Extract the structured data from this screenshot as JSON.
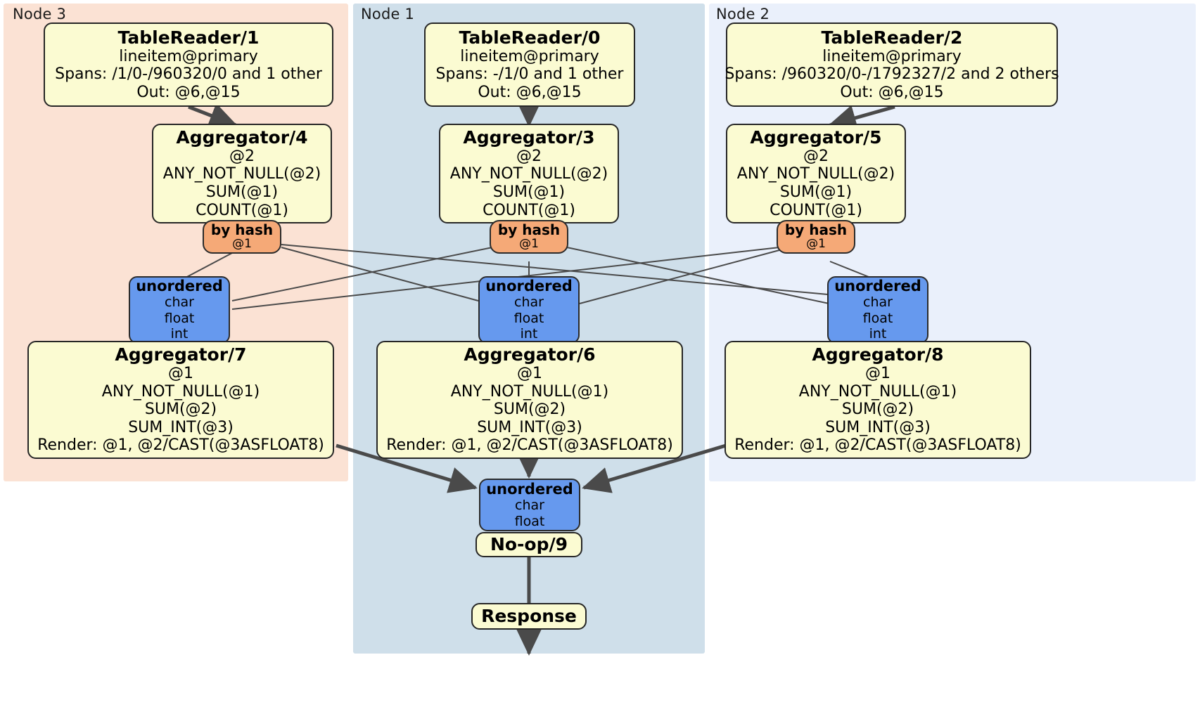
{
  "diagram": {
    "type": "distributed-query-plan",
    "colors": {
      "node3_bg": "#fbe2d4",
      "node1_bg": "#cfdfea",
      "node2_bg": "#eaf0fb",
      "processor_fill": "#fbfbd2",
      "router_fill": "#6699ee",
      "hash_fill": "#f5a977",
      "edge": "#4a4a4a"
    }
  },
  "panels": [
    {
      "id": "node3",
      "label": "Node 3"
    },
    {
      "id": "node1",
      "label": "Node 1"
    },
    {
      "id": "node2",
      "label": "Node 2"
    }
  ],
  "table_readers": [
    {
      "title": "TableReader/1",
      "table": "lineitem@primary",
      "spans": "Spans: /1/0-/960320/0 and 1 other",
      "out": "Out: @6,@15"
    },
    {
      "title": "TableReader/0",
      "table": "lineitem@primary",
      "spans": "Spans: -/1/0 and 1 other",
      "out": "Out: @6,@15"
    },
    {
      "title": "TableReader/2",
      "table": "lineitem@primary",
      "spans": "Spans: /960320/0-/1792327/2 and 2 others",
      "out": "Out: @6,@15"
    }
  ],
  "aggregators_top": [
    {
      "title": "Aggregator/4",
      "group": "@2",
      "aggs": [
        "ANY_NOT_NULL(@2)",
        "SUM(@1)",
        "COUNT(@1)"
      ]
    },
    {
      "title": "Aggregator/3",
      "group": "@2",
      "aggs": [
        "ANY_NOT_NULL(@2)",
        "SUM(@1)",
        "COUNT(@1)"
      ]
    },
    {
      "title": "Aggregator/5",
      "group": "@2",
      "aggs": [
        "ANY_NOT_NULL(@2)",
        "SUM(@1)",
        "COUNT(@1)"
      ]
    }
  ],
  "hash_routers": [
    {
      "title": "by hash",
      "col": "@1"
    },
    {
      "title": "by hash",
      "col": "@1"
    },
    {
      "title": "by hash",
      "col": "@1"
    }
  ],
  "unordered_routers": [
    {
      "title": "unordered",
      "types": [
        "char",
        "float",
        "int"
      ]
    },
    {
      "title": "unordered",
      "types": [
        "char",
        "float",
        "int"
      ]
    },
    {
      "title": "unordered",
      "types": [
        "char",
        "float",
        "int"
      ]
    }
  ],
  "aggregators_bottom": [
    {
      "title": "Aggregator/7",
      "group": "@1",
      "aggs": [
        "ANY_NOT_NULL(@1)",
        "SUM(@2)",
        "SUM_INT(@3)"
      ],
      "render": "Render: @1, @2/CAST(@3ASFLOAT8)"
    },
    {
      "title": "Aggregator/6",
      "group": "@1",
      "aggs": [
        "ANY_NOT_NULL(@1)",
        "SUM(@2)",
        "SUM_INT(@3)"
      ],
      "render": "Render: @1, @2/CAST(@3ASFLOAT8)"
    },
    {
      "title": "Aggregator/8",
      "group": "@1",
      "aggs": [
        "ANY_NOT_NULL(@1)",
        "SUM(@2)",
        "SUM_INT(@3)"
      ],
      "render": "Render: @1, @2/CAST(@3ASFLOAT8)"
    }
  ],
  "final_router": {
    "title": "unordered",
    "types": [
      "char",
      "float"
    ]
  },
  "noop": {
    "title": "No-op/9"
  },
  "response": {
    "title": "Response"
  }
}
